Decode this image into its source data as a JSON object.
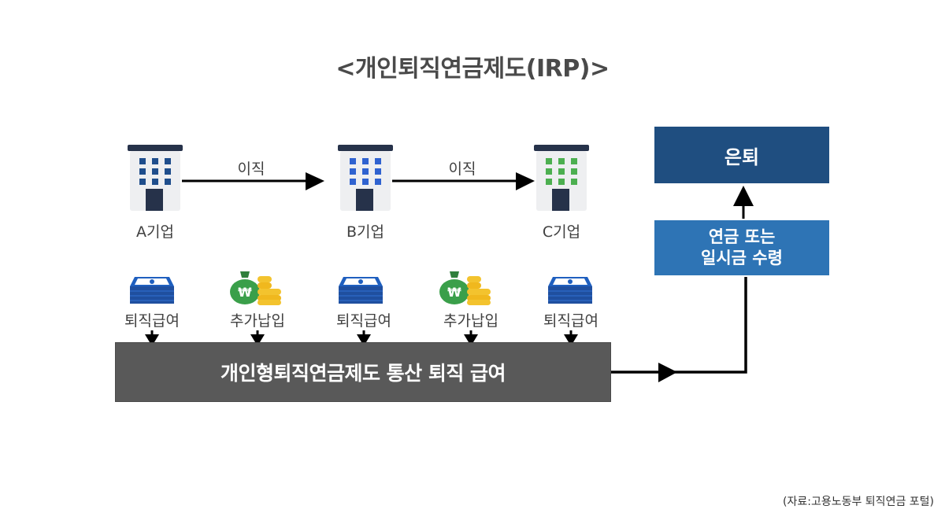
{
  "title": "<개인퇴직연금제도(IRP)>",
  "companies": [
    {
      "label": "A기업",
      "window_color": "#1f4e8c"
    },
    {
      "label": "B기업",
      "window_color": "#2f62d0"
    },
    {
      "label": "C기업",
      "window_color": "#4caf50"
    }
  ],
  "transitions": [
    {
      "label": "이직"
    },
    {
      "label": "이직"
    }
  ],
  "contributions": [
    {
      "label": "퇴직급여",
      "icon": "money-stack-icon"
    },
    {
      "label": "추가납입",
      "icon": "money-bag-coins-icon"
    },
    {
      "label": "퇴직급여",
      "icon": "money-stack-icon"
    },
    {
      "label": "추가납입",
      "icon": "money-bag-coins-icon"
    },
    {
      "label": "퇴직급여",
      "icon": "money-stack-icon"
    }
  ],
  "irp_box": {
    "label": "개인형퇴직연금제도 통산 퇴직 급여"
  },
  "receive_box": {
    "line1": "연금 또는",
    "line2": "일시금 수령"
  },
  "retire_box": {
    "label": "은퇴"
  },
  "source": "(자료:고용노동부 퇴직연금 포털)",
  "colors": {
    "retire_box": "#1f4e80",
    "receive_box": "#2e74b5",
    "irp_box": "#595959",
    "building_roof": "#26324a",
    "building_body": "#eeeff1",
    "money_blue": "#1f5fbf",
    "bag_green": "#3a9f4a",
    "coin_gold": "#f3c32e"
  }
}
